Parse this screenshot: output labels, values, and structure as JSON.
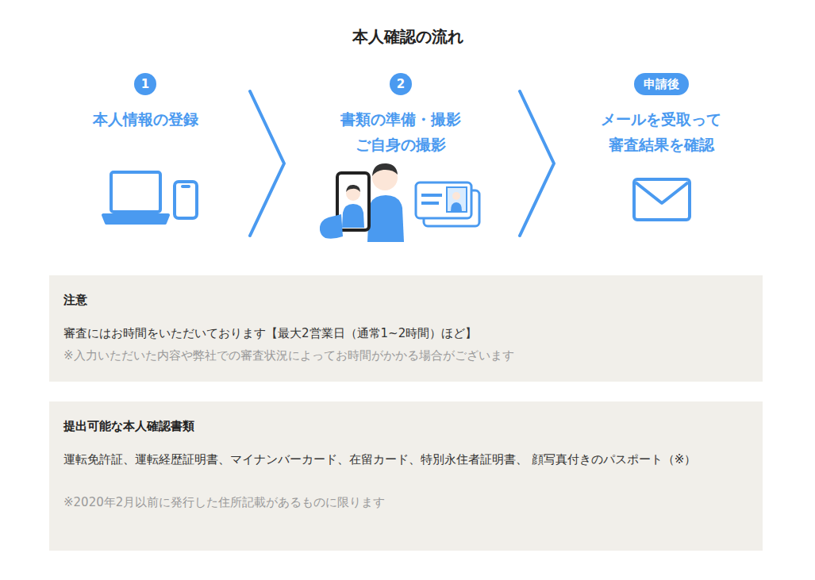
{
  "diagram": {
    "title": "本人確認の流れ",
    "nodes": [
      {
        "text": [
          "1",
          "本人情報の登録"
        ]
      },
      {
        "text": [
          "2",
          "書類の準備・撮影 ご自身の撮影"
        ]
      },
      {
        "text": [
          "申請後",
          "メールを受取って 審査結果を確認"
        ]
      },
      {
        "text": [
          "注意",
          "審査にはお時間をいただいております【最大2営業日（通常1~2時間）ほど】",
          "※入力いただいた内容や弊社での審査状況によってお時間がかかる場合がございます"
        ]
      },
      {
        "text": [
          "提出可能な本人確認書類",
          "運転免許証、運転経歴証明書、マイナンバーカード、在留カード、特別永住者証明書、 顔写真付きのパスポート（※）",
          "※2020年2月以前に発行した住所記載があるものに限ります"
        ]
      }
    ],
    "edges": [
      {
        "from": 0,
        "to": 1,
        "arrow": "to"
      },
      {
        "from": 1,
        "to": 2,
        "arrow": "to"
      }
    ]
  }
}
